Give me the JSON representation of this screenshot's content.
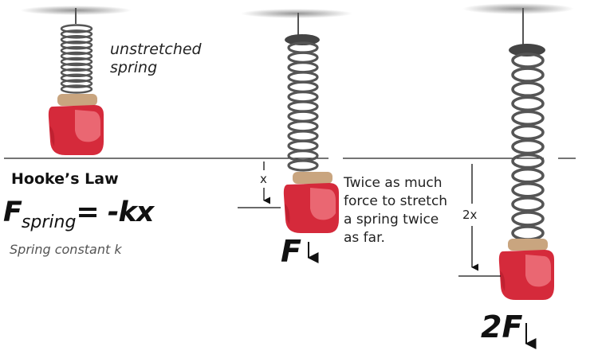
{
  "captions": {
    "unstretched": "unstretched\nspring"
  },
  "law": {
    "title": "Hooke’s Law",
    "formula_main": "F",
    "formula_sub": "spring",
    "formula_rest": "= -kx",
    "constant_note": "Spring constant k"
  },
  "note": "Twice as much\nforce to stretch\na spring twice\nas far.",
  "dimensions": {
    "single": "x",
    "double": "2x"
  },
  "forces": {
    "single": "F",
    "double": "2F"
  },
  "colors": {
    "mitt_red": "#d52a3b",
    "mitt_cuff": "#c9a57f",
    "spring_gray": "#555555",
    "spring_cap": "#444444"
  }
}
